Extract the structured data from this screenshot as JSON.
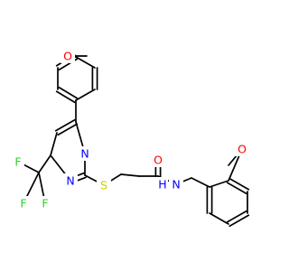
{
  "molecule": {
    "atoms": [
      {
        "id": "O1",
        "label": "O",
        "color": "#ff0000"
      },
      {
        "id": "N1",
        "label": "N",
        "color": "#0000ff"
      },
      {
        "id": "N2",
        "label": "N",
        "color": "#0000ff"
      },
      {
        "id": "S1",
        "label": "S",
        "color": "#cccc00"
      },
      {
        "id": "O2",
        "label": "O",
        "color": "#ff0000"
      },
      {
        "id": "NH",
        "label": "N",
        "color": "#0000ff"
      },
      {
        "id": "H1",
        "label": "H",
        "color": "#0000ff"
      },
      {
        "id": "O3",
        "label": "O",
        "color": "#ff0000"
      },
      {
        "id": "F1",
        "label": "F",
        "color": "#33cc33"
      },
      {
        "id": "F2",
        "label": "F",
        "color": "#33cc33"
      },
      {
        "id": "F3",
        "label": "F",
        "color": "#33cc33"
      }
    ]
  }
}
